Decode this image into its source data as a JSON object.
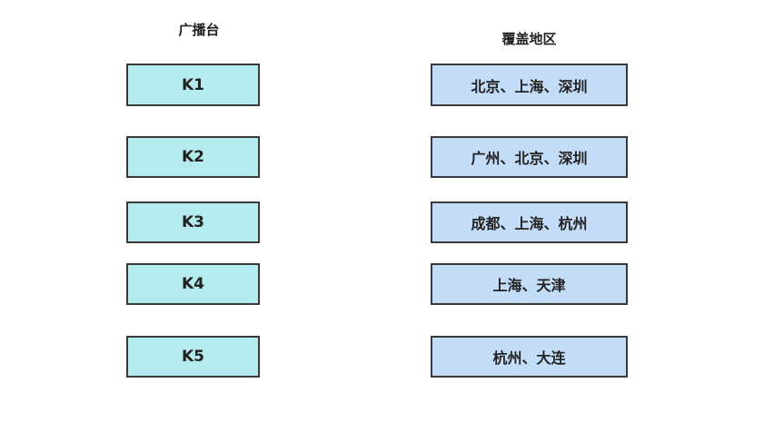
{
  "headers": {
    "station": "广播台",
    "coverage": "覆盖地区"
  },
  "colors": {
    "station_fill": "#b3ebee",
    "region_fill": "#c3dcf8",
    "border": "#3a3a3a"
  },
  "rows": [
    {
      "station": "K1",
      "coverage": "北京、上海、深圳"
    },
    {
      "station": "K2",
      "coverage": "广州、北京、深圳"
    },
    {
      "station": "K3",
      "coverage": "成都、上海、杭州"
    },
    {
      "station": "K4",
      "coverage": "上海、天津"
    },
    {
      "station": "K5",
      "coverage": "杭州、大连"
    }
  ]
}
